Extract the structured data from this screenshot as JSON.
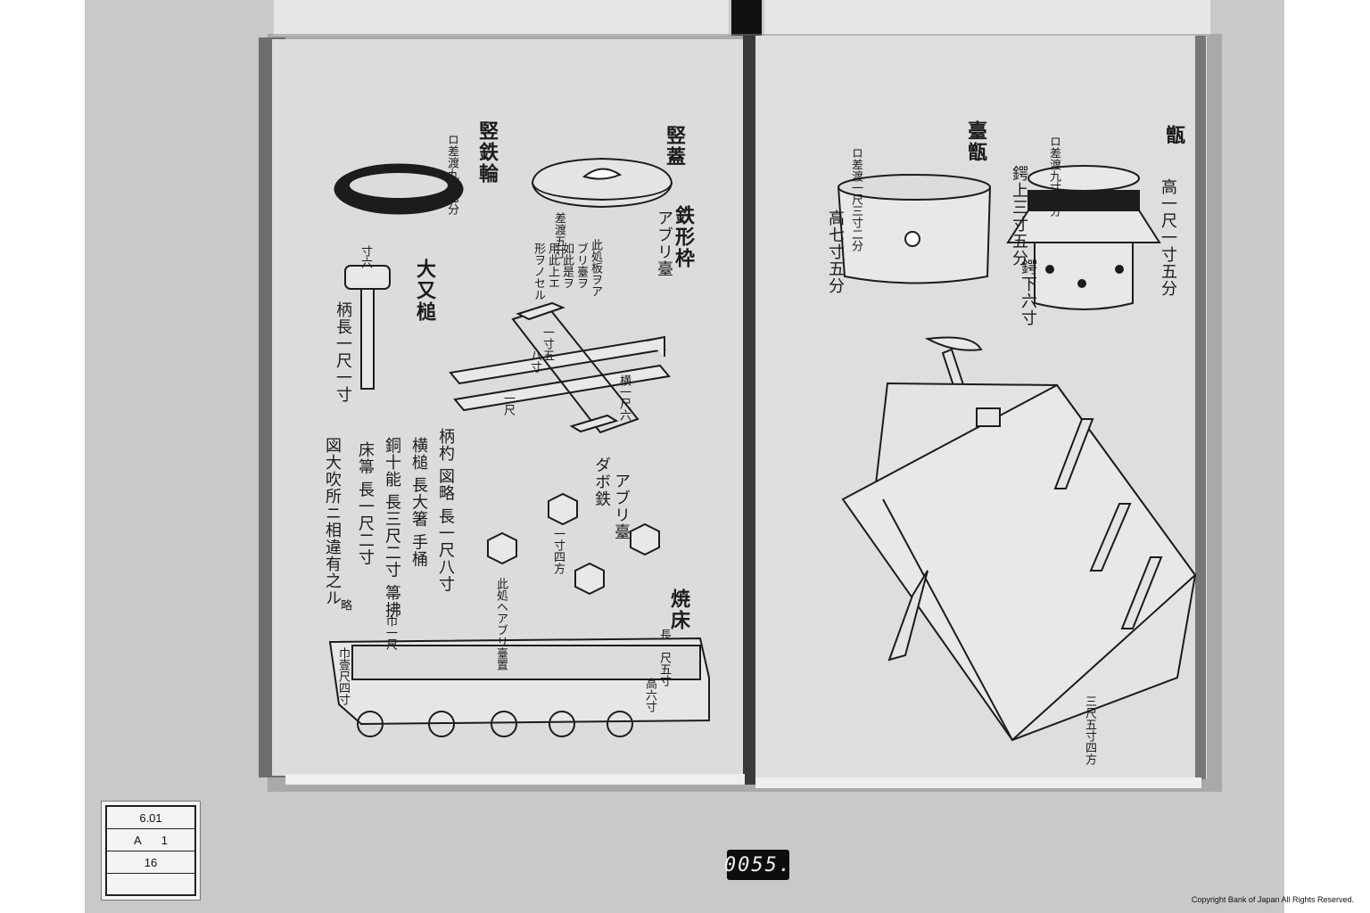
{
  "document": {
    "type": "scanned-manuscript-spread",
    "description_visible": "Hand-drawn Japanese illustrations of coin-minting tools, two-page spread"
  },
  "left_page": {
    "labels": {
      "ring_title": "竪鉄輪",
      "ring_dim": "ロ差渡九寸七分",
      "lid_title": "竪蓋",
      "lid_dim": "差渡五寸",
      "mallet_title": "大又槌",
      "mallet_handle": "柄長一尺一寸",
      "mallet_top": "寸六",
      "frame_title": "鉄形枠",
      "frame_sub": "アブリ臺",
      "frame_note1": "此処板ヲア",
      "frame_note2": "ブリ臺ヲ",
      "frame_note3": "如此是ヲ",
      "frame_note4": "用此上エ",
      "frame_note5": "形ヲノセル",
      "frame_dim_a": "一尺",
      "frame_dim_b": "横一尺六",
      "frame_dim_c": "一寸五",
      "frame_dim_d": "八寸",
      "cubes_title": "アブリ臺",
      "cubes_sub": "ダボ鉄",
      "cubes_dim": "一寸四方",
      "list_1": "柄杓 図略 長一尺八寸",
      "list_2": "横槌 長大箸 手桶",
      "list_3": "銅十能 長三尺二寸 箒拂",
      "list_4": "床箒 長一尺二寸",
      "list_5": "図大吹所ニ相違有之ル",
      "list_6": "略",
      "tray_title": "焼床",
      "tray_dim_len": "長一尺五寸",
      "tray_dim_h": "高六寸",
      "tray_dim_w": "巾一尺",
      "tray_side": "巾壹尺四寸",
      "tray_note": "此処ヘアブリ臺置"
    }
  },
  "right_page": {
    "labels": {
      "crucible_title": "甑",
      "crucible_dim": "ロ差渡九寸二分",
      "crucible_height": "高一尺一寸五分",
      "crucible_upper": "鍔上三寸五分",
      "crucible_lower": "鍔下六寸",
      "pot_title": "臺甑",
      "pot_dim": "ロ差渡一尺三寸二分",
      "pot_height": "高七寸五分",
      "furnace_dim": "三尺五寸四方"
    }
  },
  "catalog_card": {
    "row1": "6.01",
    "row2_a": "A",
    "row2_b": "1",
    "row3": "16"
  },
  "frame_number": "0055.",
  "copyright": "Copyright Bank of Japan All Rights Reserved.",
  "colors": {
    "background": "#c9c9c9",
    "page": "#dcdcdc",
    "ink": "#1c1c1c"
  }
}
